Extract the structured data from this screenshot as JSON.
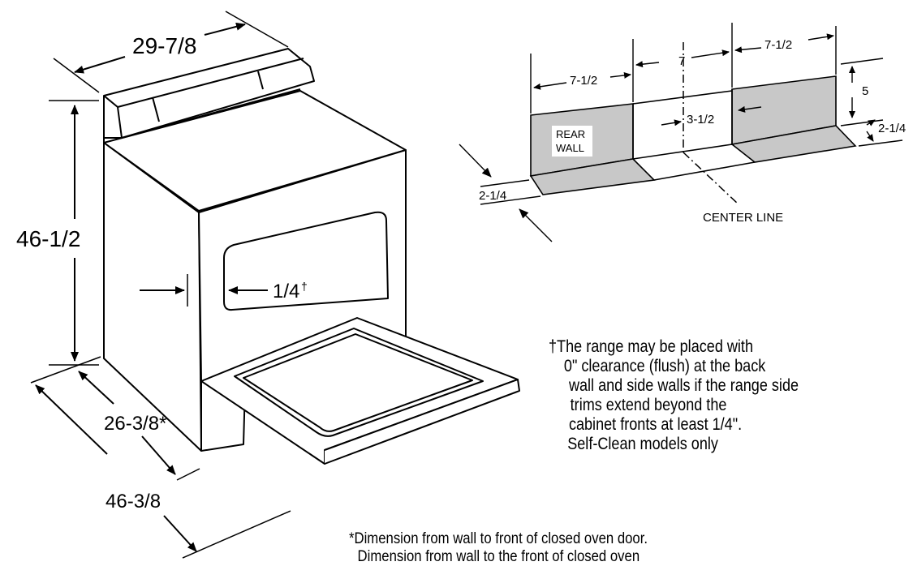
{
  "range_dimensions": {
    "width": "29-7/8",
    "height": "46-1/2",
    "depth_to_door": "26-3/8*",
    "depth_door_open": "46-3/8",
    "side_trim": "1/4",
    "side_trim_mark": "†"
  },
  "backsplash": {
    "rear_wall_line1": "REAR",
    "rear_wall_line2": "WALL",
    "panel_left_width": "7-1/2",
    "center_gap_width": "7",
    "panel_right_width": "7-1/2",
    "panel_height": "5",
    "inner_offset": "3-1/2",
    "depth_right": "2-1/4",
    "depth_left": "2-1/4",
    "center_line_label": "CENTER LINE"
  },
  "clearance_note": {
    "mark": "†",
    "lines": [
      "The range may be placed with",
      "0\" clearance (flush) at the back",
      "wall and side walls if the range side",
      "trims extend beyond the",
      "cabinet fronts at least 1/4\".",
      "Self-Clean models only"
    ]
  },
  "footnote": {
    "lines": [
      "*Dimension from wall to front of closed oven door.",
      "Dimension from wall to the front of closed oven"
    ]
  }
}
